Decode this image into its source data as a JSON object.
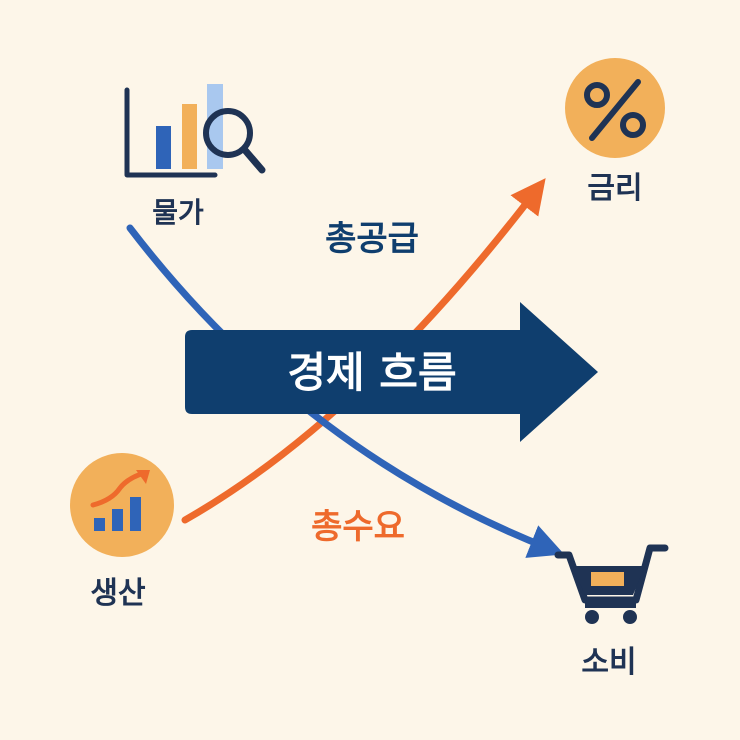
{
  "center": {
    "title": "경제 흐름"
  },
  "curves": {
    "supply": {
      "label": "총공급",
      "color": "#ee6a2c"
    },
    "demand": {
      "label": "총수요",
      "color": "#2f64b8"
    }
  },
  "nodes": {
    "prices": {
      "label": "물가",
      "icon": "bar-chart-magnifier-icon"
    },
    "interest": {
      "label": "금리",
      "icon": "percent-icon"
    },
    "production": {
      "label": "생산",
      "icon": "growth-chart-icon"
    },
    "consumption": {
      "label": "소비",
      "icon": "shopping-cart-icon"
    }
  },
  "colors": {
    "background": "#fdf6e9",
    "navy": "#0f3e6e",
    "dark_text": "#1f3354",
    "orange": "#ee6a2c",
    "blue": "#2f64b8",
    "gold": "#f2b05a",
    "light_blue": "#a9c8ef"
  }
}
